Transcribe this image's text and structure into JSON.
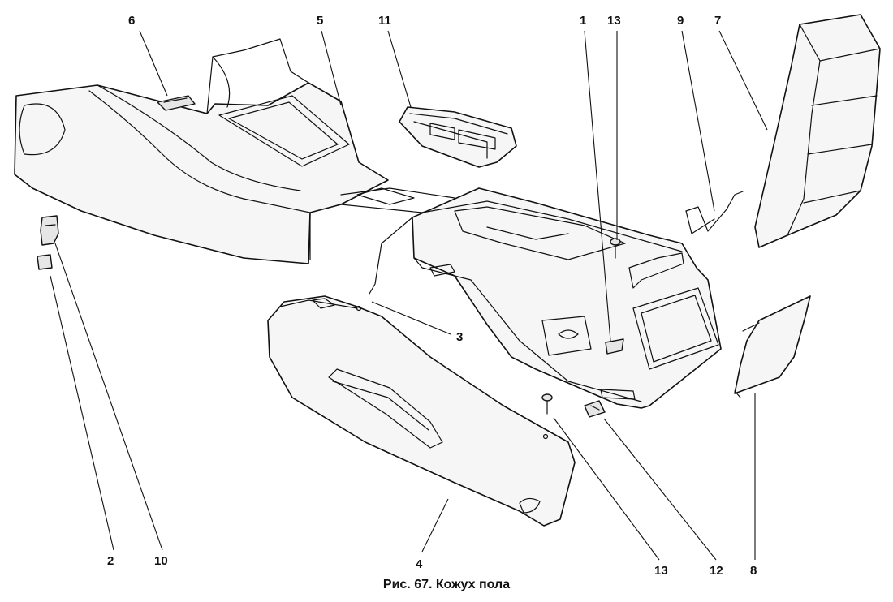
{
  "figure": {
    "caption": "Рис. 67. Кожух пола",
    "callouts": {
      "c1": "1",
      "c2": "2",
      "c3": "3",
      "c4": "4",
      "c5": "5",
      "c6": "6",
      "c7": "7",
      "c8": "8",
      "c9": "9",
      "c10": "10",
      "c11": "11",
      "c12": "12",
      "c13a": "13",
      "c13b": "13"
    }
  }
}
